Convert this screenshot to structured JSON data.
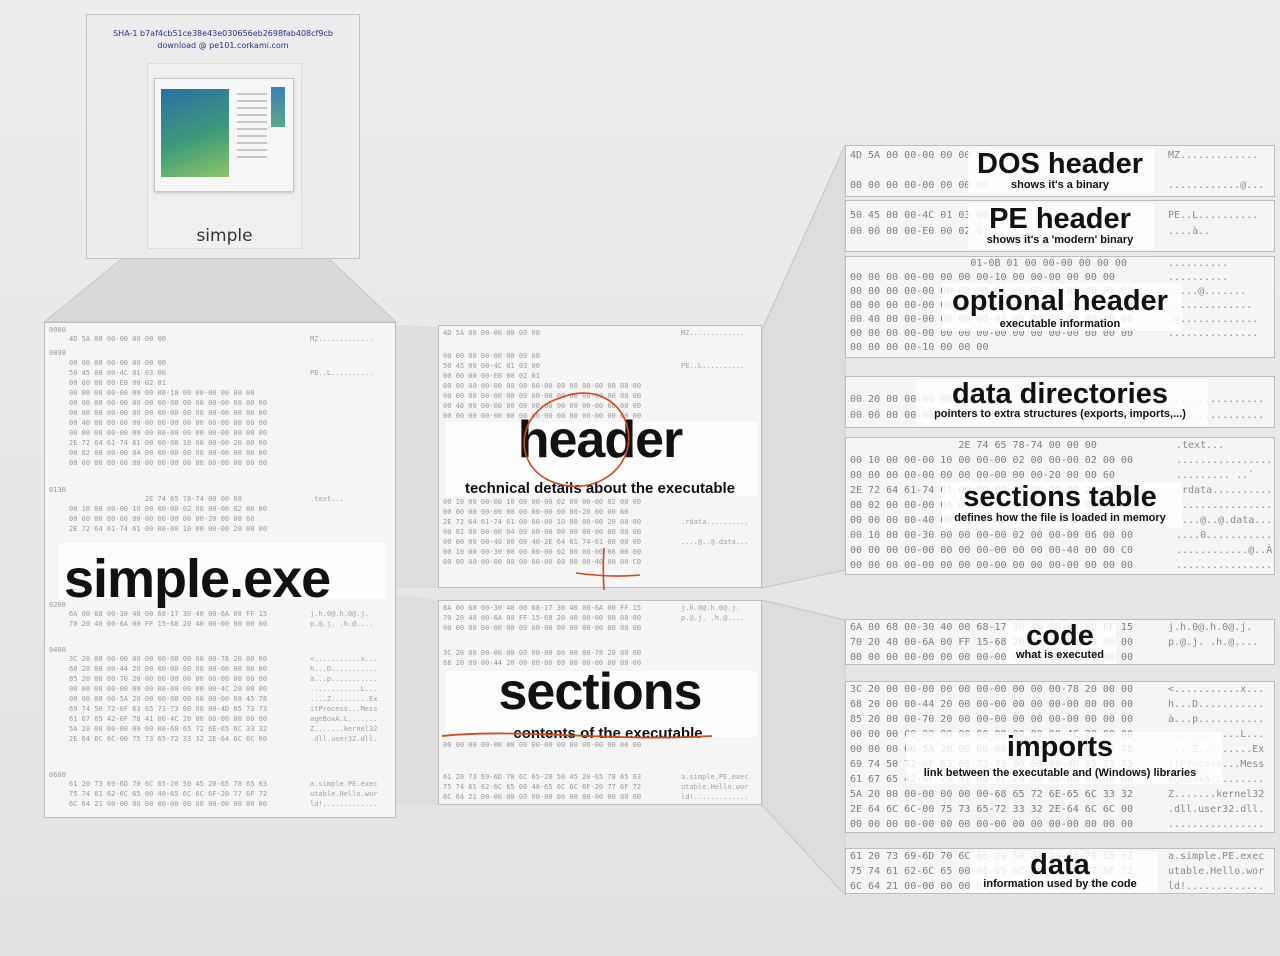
{
  "file": {
    "hash": "SHA-1 b7af4cb51ce38e43e030656eb2698fab408cf9cb",
    "download": "download @ pe101.corkami.com",
    "icon_name": "simple"
  },
  "main_label": "simple.exe",
  "mid": {
    "header": {
      "title": "header",
      "subtitle": "technical details about the executable"
    },
    "sections": {
      "title": "sections",
      "subtitle": "contents of the executable"
    }
  },
  "right": {
    "dos": {
      "title": "DOS header",
      "subtitle": "shows it's a binary"
    },
    "pe": {
      "title": "PE header",
      "subtitle": "shows it's a 'modern' binary"
    },
    "optional": {
      "title": "optional header",
      "subtitle": "executable information"
    },
    "datadir": {
      "title": "data directories",
      "subtitle": "pointers to extra structures (exports, imports,...)"
    },
    "sections": {
      "title": "sections table",
      "subtitle": "defines how the file is loaded in memory"
    },
    "code": {
      "title": "code",
      "subtitle": "what is executed"
    },
    "imports": {
      "title": "imports",
      "subtitle": "link between the executable and (Windows) libraries"
    },
    "data": {
      "title": "data",
      "subtitle": "information used by the code"
    }
  },
  "hex": {
    "dos": [
      "4D 5A 00 00-00 00 00 00",
      "00 00 00 00-00 00 00 00"
    ],
    "dos_ascii": [
      "MZ.............",
      "............@..."
    ],
    "pe": [
      "50 45 00 00-4C 01 03 00",
      "00 00 00 00-E0 00 02 01"
    ],
    "pe_ascii": [
      "PE..L..........",
      "....à.."
    ],
    "optional": [
      "                    01-0B 01 00 00-00 00 00 00",
      "00 00 00 00-00 00 00 00-10 00 00-00 00 00 00",
      "00 00 00 00-00 00 00 00-00 00 00 00-00 00 00 00",
      "00 00 00 00-00 00 00 00-00 00 00 00-00 00 00 00",
      "00 40 00 00-00 00 00 00-00 00 00 00-00 00 00 00",
      "00 00 00 00-00 00 00 00-00 00 00 00-00 00 00 00",
      "00 00 00 00-10 00 00 00"
    ],
    "optional_ascii": [
      "..........",
      "..........",
      ".....@.......",
      "..............",
      ".@.............",
      "..............."
    ],
    "datadir": [
      "00 20 00 00-00 00 00 00",
      "00 00 00 00-00 00 00 00"
    ],
    "datadir_ascii": [
      "................",
      "................"
    ],
    "sections": [
      "                  2E 74 65 78-74 00 00 00",
      "00 10 00 00-00 10 00 00-00 02 00 00-00 02 00 00",
      "00 00 00 00-00 00 00 00-00 00 00-20 00 00 60",
      "2E 72 64 61-74 61 00 00-00 10 00 00-00 20 00 00",
      "00 02 00 00-00 04 00 00-00 00 00 00-00 00 00 00",
      "00 00 00 00-40 00 00 40-2E 64 61 74-61 00 00 00",
      "00 10 00 00-30 00 00 00-00 02 00 00-00 06 00 00",
      "00 00 00 00-00 00 00 00-00 00 00 00-40 00 00 C0",
      "00 00 00 00-00 00 00 00-00 00 00 00-00 00 00 00"
    ],
    "sections_ascii": [
      ".text...",
      "................",
      "......... ..`",
      ".rdata..........",
      "................",
      "....@..@.data...",
      "....0...........",
      "............@..À",
      "................"
    ],
    "code": [
      "6A 00 68 00-30 40 00 68-17 30 40 00-6A 00 FF 15",
      "70 20 40 00-6A 00 FF 15-68 20 40 00-00 00 00 00",
      "00 00 00 00-00 00 00 00-00 00 00 00-00 00 00 00"
    ],
    "code_ascii": [
      "j.h.0@.h.0@.j.",
      "p.@.j. .h.@....",
      "................"
    ],
    "imports": [
      "3C 20 00 00-00 00 00 00-00 00 00 00-78 20 00 00",
      "68 20 00 00-44 20 00 00-00 00 00 00-00 00 00 00",
      "85 20 00 00-70 20 00 00-00 00 00 00-00 00 00 00",
      "00 00 00 00-00 00 00 00-00 00 00 00-4C 20 00 00",
      "00 00 00 00-5A 20 00 00-00 00 00 00-00 00 45 78",
      "69 74 50 72-6F 63 65 73-73 00 00 00-4D 65 73 73",
      "61 67 65 42-6F 78 41 00-4C 20 00 00-00 00 00 00",
      "5A 20 00 00-00 00 00 00-68 65 72 6E-65 6C 33 32",
      "2E 64 6C 6C-00 75 73 65-72 33 32 2E-64 6C 6C 00",
      "00 00 00 00-00 00 00 00-00 00 00 00-00 00 00 00"
    ],
    "imports_ascii": [
      "<...........x...",
      "h...D...........",
      "à...p...........",
      "............L...",
      "....Z.........Ex",
      "itProcess...Mess",
      "ageBoxA.L.......",
      "Z.......kernel32",
      ".dll.user32.dll.",
      "................"
    ],
    "data": [
      "61 20 73 69-6D 70 6C 65-20 50 45 20-65 78 65 63",
      "75 74 61 62-6C 65 00 48-65 6C 6C 6F-20 77 6F 72",
      "6C 64 21 00-00 00 00 00-00 00 00 00-00 00 00 00"
    ],
    "data_ascii": [
      "a.simple.PE.exec",
      "utable.Hello.wor",
      "ld!............."
    ],
    "offsets": [
      "0000",
      "0030",
      "0130",
      "0200",
      "0400",
      "0600"
    ]
  },
  "colors": {
    "annotation": "#d4491a",
    "ink": "#111111",
    "hex": "#7d7d7d",
    "link": "#27309a"
  }
}
